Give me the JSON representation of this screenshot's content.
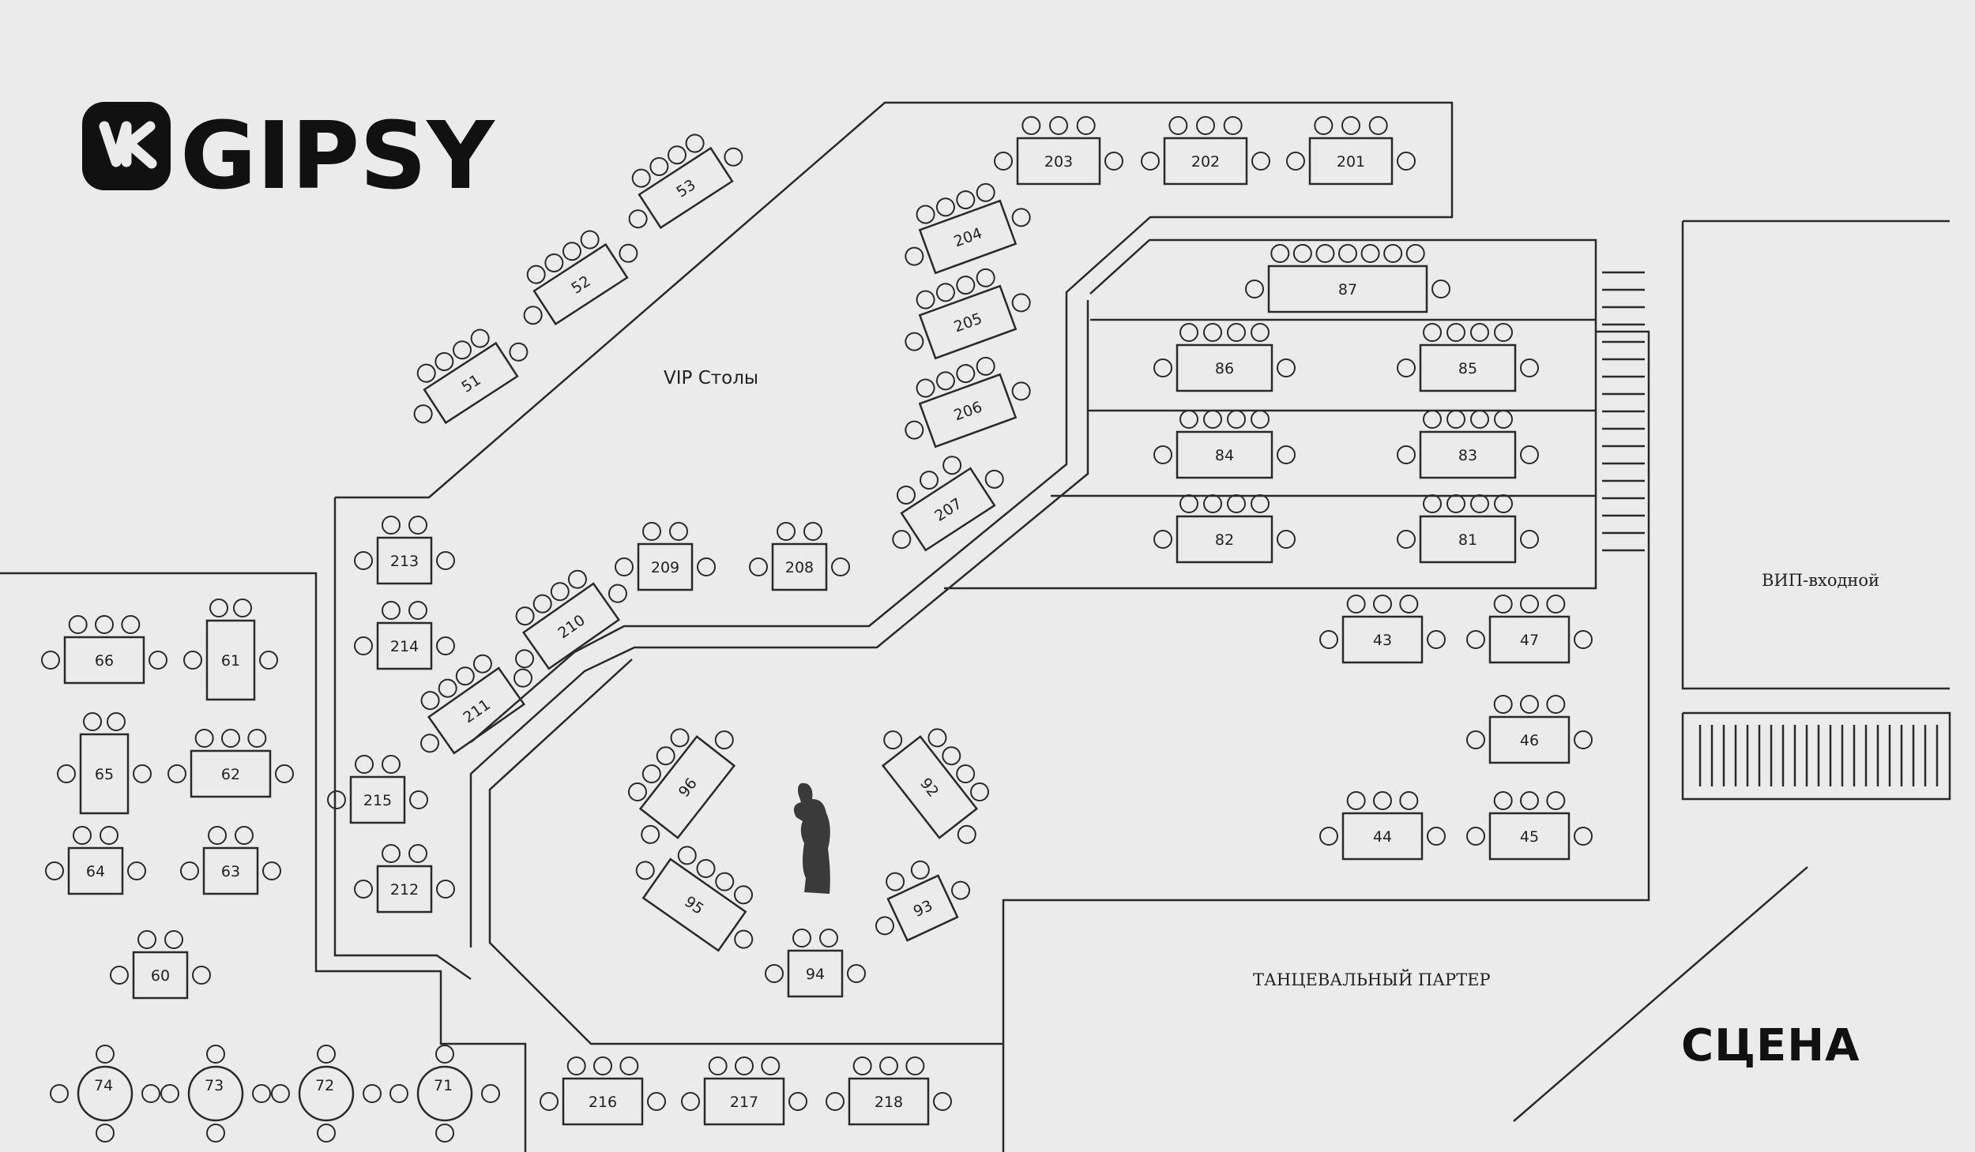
{
  "brand": {
    "name": "GIPSY",
    "logo_icon": "vk-logo-icon"
  },
  "areas": {
    "vip": "VIP Столы",
    "vip_entrance": "ВИП-входной",
    "dance_floor": "ТАНЦЕВАЛЬНЫЙ ПАРТЕР",
    "stage": "СЦЕНА"
  },
  "tables": [
    "51",
    "52",
    "53",
    "201",
    "202",
    "203",
    "204",
    "205",
    "206",
    "207",
    "208",
    "209",
    "210",
    "211",
    "212",
    "213",
    "214",
    "215",
    "216",
    "217",
    "218",
    "81",
    "82",
    "83",
    "84",
    "85",
    "86",
    "87",
    "92",
    "93",
    "94",
    "95",
    "96",
    "43",
    "44",
    "45",
    "46",
    "47",
    "60",
    "61",
    "62",
    "63",
    "64",
    "65",
    "66",
    "71",
    "72",
    "73",
    "74"
  ],
  "colors": {
    "background": "#ebebeb",
    "line": "#2a2a2a",
    "figure": "#3a3a3a",
    "logo": "#111111"
  }
}
